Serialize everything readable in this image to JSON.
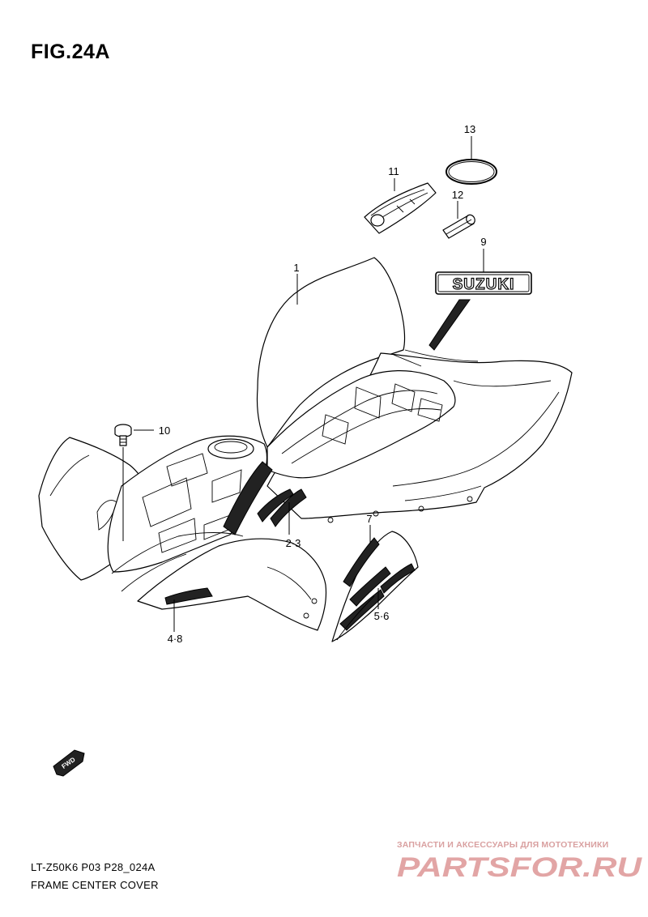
{
  "figure": {
    "title": "FIG.24A",
    "diagram_code": "LT-Z50K6 P03 P28_024A",
    "diagram_name": "FRAME CENTER COVER"
  },
  "callouts": {
    "c1": "1",
    "c2_3": "2·3",
    "c4_8": "4·8",
    "c5_6": "5·6",
    "c7": "7",
    "c9": "9",
    "c10": "10",
    "c11": "11",
    "c12": "12",
    "c13": "13"
  },
  "decal_text": "SUZUKI",
  "fwd_label": "FWD",
  "watermark": {
    "tagline": "ЗАПЧАСТИ И АКСЕССУАРЫ ДЛЯ МОТОТЕХНИКИ",
    "brand": "PARTSFOR.RU",
    "color": "#e2a5a5"
  }
}
